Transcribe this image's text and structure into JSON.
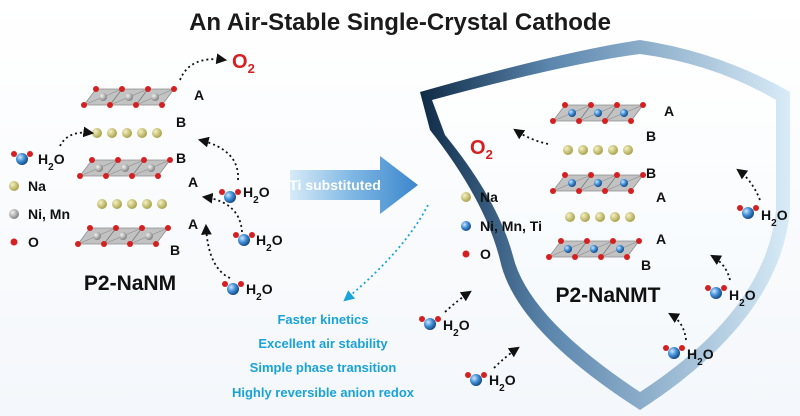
{
  "title": "An Air-Stable Single-Crystal Cathode",
  "left": {
    "o2_label": "O",
    "o2_sub": "2",
    "legend": [
      "H2O",
      "Na",
      "Ni, Mn",
      "O"
    ],
    "layer_labels": [
      "A",
      "B",
      "B",
      "A",
      "A",
      "B"
    ],
    "water_label": "H2O",
    "name": "P2-NaNM"
  },
  "arrow_label": "Ti substituted",
  "right": {
    "o2_label": "O",
    "o2_sub": "2",
    "legend": [
      "Na",
      "Ni, Mn, Ti",
      "O"
    ],
    "layer_labels": [
      "A",
      "B",
      "B",
      "A",
      "A",
      "B"
    ],
    "water_label": "H2O",
    "name": "P2-NaNMT"
  },
  "features": [
    "Faster kinetics",
    "Excellent air stability",
    "Simple phase transition",
    "Highly reversible anion redox"
  ],
  "colors": {
    "oxygen": "#d42020",
    "sodium": "#c8c270",
    "tm_grey": "#a9a9a9",
    "tm_blue": "#2e7fd1",
    "water_center": "#2a7fb0",
    "feature_text": "#1aa3d8",
    "shield_light": "#d6e9f6",
    "shield_dark": "#0d2a47"
  }
}
